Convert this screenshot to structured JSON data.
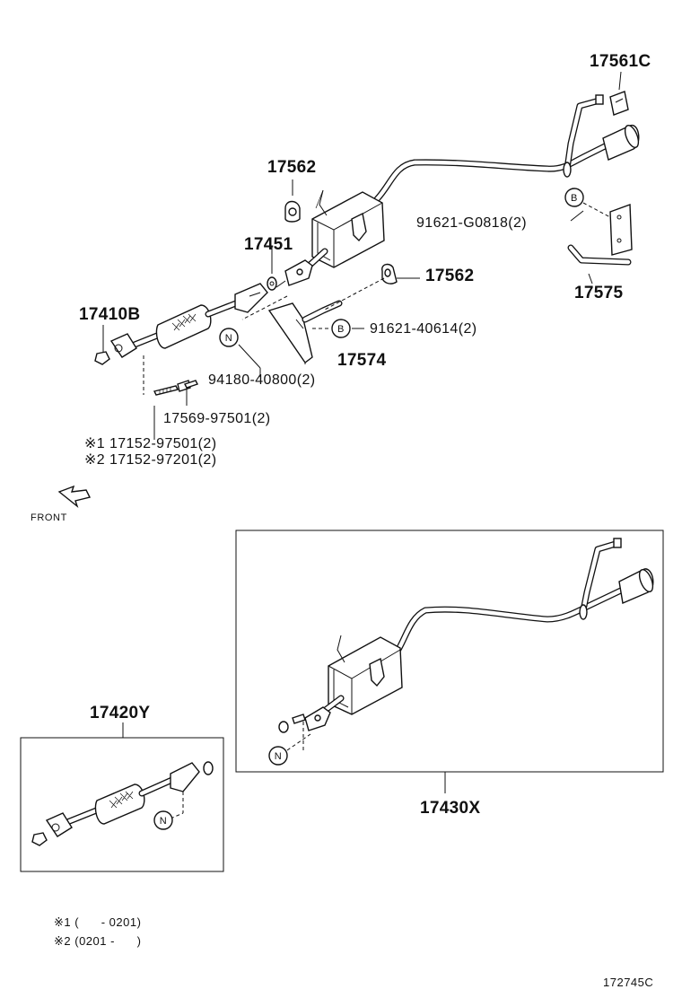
{
  "labels": {
    "p17561c": "17561C",
    "p17562_top": "17562",
    "p17451": "17451",
    "p17562_mid": "17562",
    "p17410b": "17410B",
    "p91621_g0818": "91621-G0818(2)",
    "p17575": "17575",
    "p91621_40614": "91621-40614(2)",
    "p17574": "17574",
    "p94180": "94180-40800(2)",
    "p17569": "17569-97501(2)",
    "p17152_1": "※1 17152-97501(2)",
    "p17152_2": "※2 17152-97201(2)",
    "p17420y": "17420Y",
    "p17430x": "17430X"
  },
  "markers": {
    "b": "B",
    "n": "N"
  },
  "front_label": "FRONT",
  "notes": {
    "note1": "※1 (      - 0201)",
    "note2": "※2 (0201 -      )"
  },
  "figure_code": "172745C"
}
